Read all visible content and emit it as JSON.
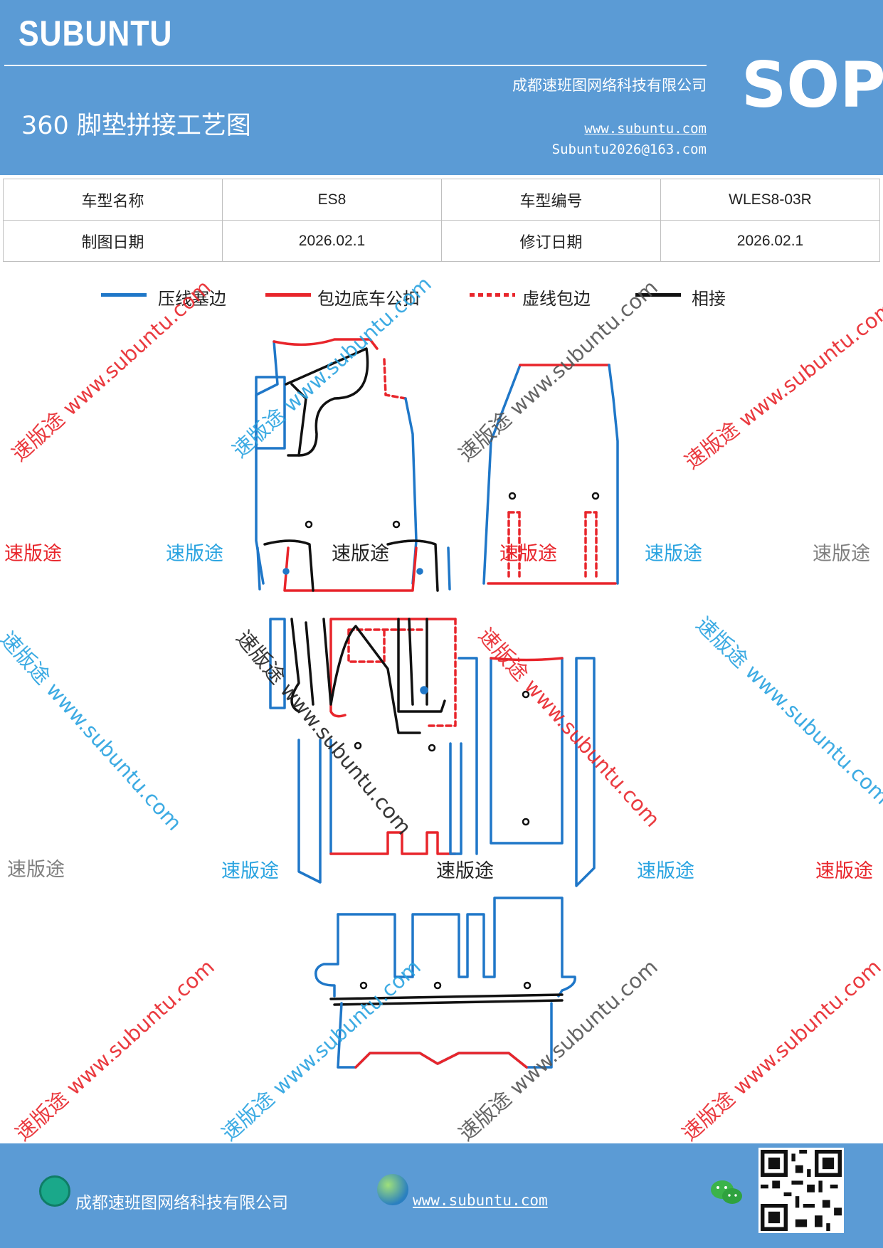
{
  "header": {
    "brand": "SUBUNTU",
    "company": "成都速班图网络科技有限公司",
    "title": "360 脚垫拼接工艺图",
    "website": "www.subuntu.com",
    "email": "Subuntu2026@163.com",
    "badge": "SOP"
  },
  "info_table": {
    "row1": {
      "label1": "车型名称",
      "value1": "ES8",
      "label2": "车型编号",
      "value2": "WLES8-03R"
    },
    "row2": {
      "label1": "制图日期",
      "value1": "2026.02.1",
      "label2": "修订日期",
      "value2": "2026.02.1"
    }
  },
  "legend": [
    {
      "label": "压线塞边",
      "color": "#1f77c8",
      "style": "solid"
    },
    {
      "label": "包边底车公扣",
      "color": "#e8252b",
      "style": "solid"
    },
    {
      "label": "虚线包边",
      "color": "#e8252b",
      "style": "dashed"
    },
    {
      "label": "相接",
      "color": "#111111",
      "style": "solid"
    }
  ],
  "watermarks": {
    "brand_cn": "速版途",
    "url_text": "www.subuntu.com",
    "colors": {
      "red": "#e8252b",
      "blue": "#29a3e0",
      "gray": "#7f7f7f",
      "black": "#222222"
    }
  },
  "footer": {
    "company": "成都速班图网络科技有限公司",
    "website": "www.subuntu.com",
    "icons": [
      "home-icon",
      "globe-icon",
      "wechat-icon",
      "qr-code"
    ]
  },
  "colors": {
    "header_bg": "#5b9bd5",
    "press_line": "#1f77c8",
    "edge_red": "#e8252b",
    "join_black": "#111111"
  }
}
